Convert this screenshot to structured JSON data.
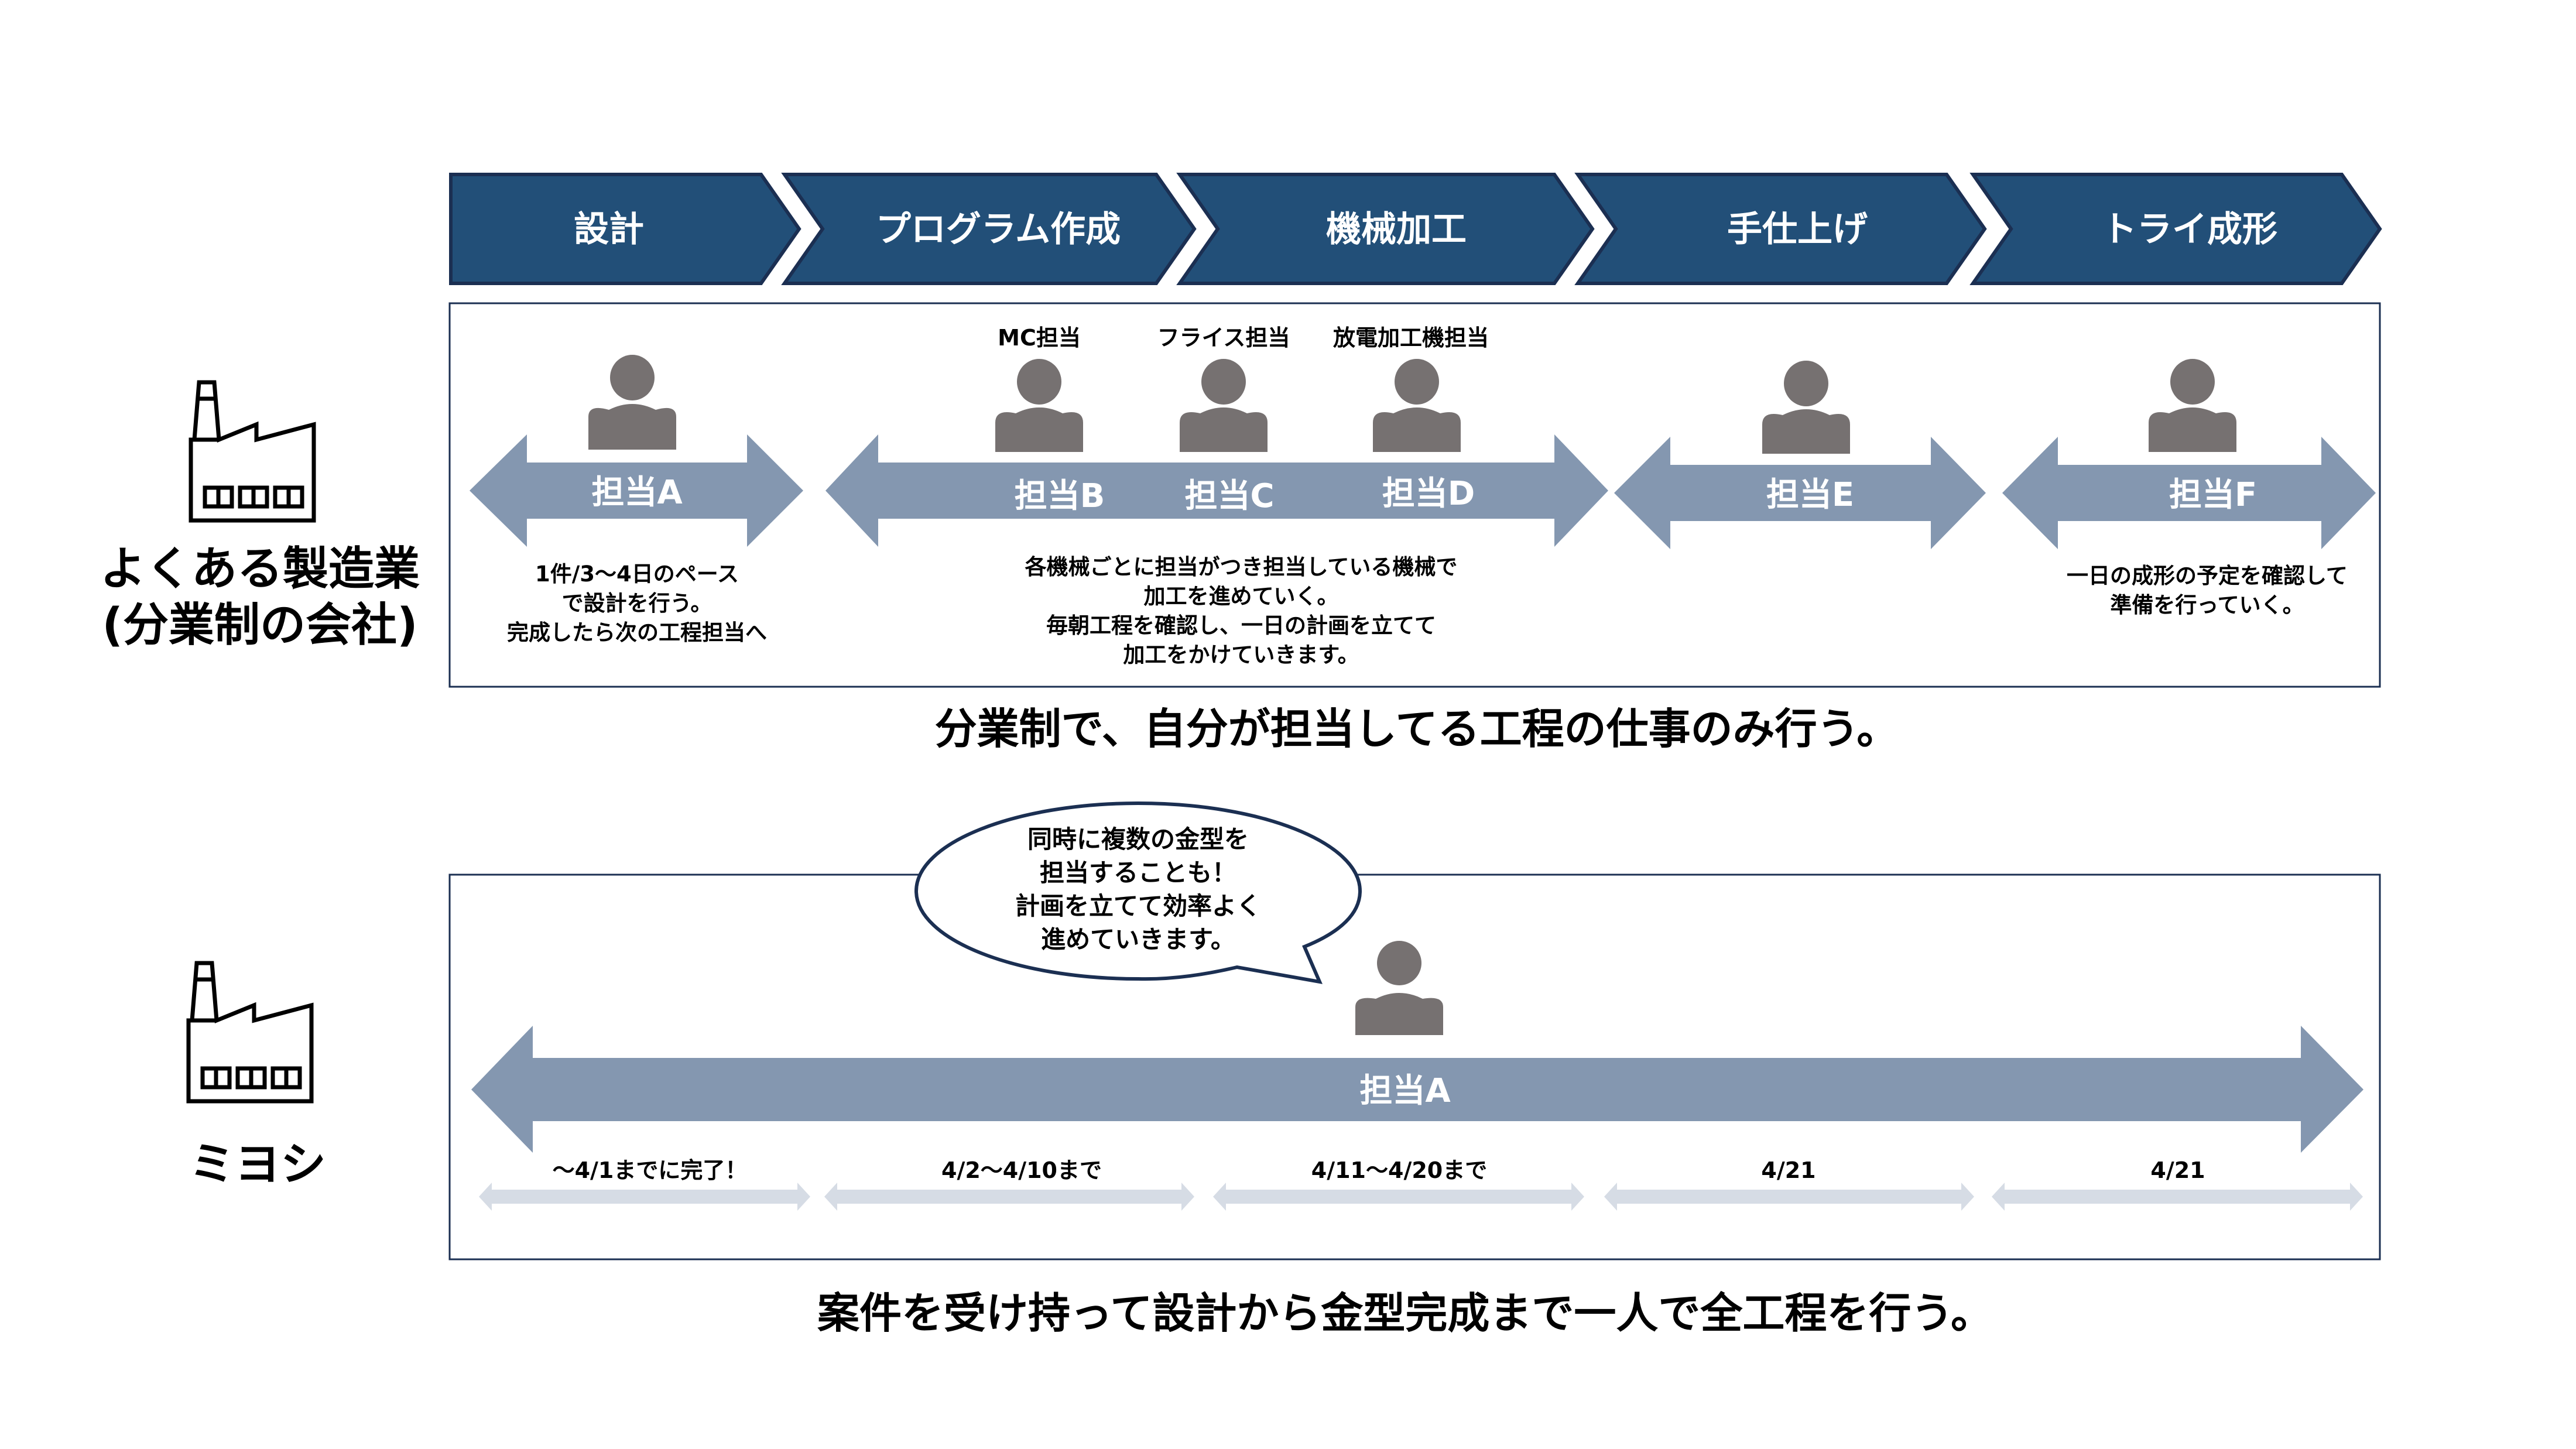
{
  "colors": {
    "chevron_fill": "#224f78",
    "chevron_stroke": "#1b2f52",
    "arrow_fill": "#8497b0",
    "period_arrow_fill": "#d6dce5",
    "person_fill": "#767171",
    "box_stroke": "#1b2f52",
    "text": "#000000"
  },
  "process_steps": [
    {
      "label": "設計"
    },
    {
      "label": "プログラム作成"
    },
    {
      "label": "機械加工"
    },
    {
      "label": "手仕上げ"
    },
    {
      "label": "トライ成形"
    }
  ],
  "typical_company": {
    "icon": "factory-icon",
    "name_line1": "よくある製造業",
    "name_line2": "(分業制の会社)",
    "roles": [
      {
        "arrow_label": "担当A",
        "role_title": "",
        "description": [
          "1件/3〜4日のペース",
          "で設計を行う。",
          "完成したら次の工程担当へ"
        ]
      },
      {
        "arrow_label": "担当B",
        "role_title": "MC担当"
      },
      {
        "arrow_label": "担当C",
        "role_title": "フライス担当"
      },
      {
        "arrow_label": "担当D",
        "role_title": "放電加工機担当"
      },
      {
        "arrow_label": "担当E",
        "role_title": ""
      },
      {
        "arrow_label": "担当F",
        "role_title": "",
        "description": [
          "一日の成形の予定を確認して",
          "準備を行っていく。"
        ]
      }
    ],
    "machining_description": [
      "各機械ごとに担当がつき担当している機械で",
      "加工を進めていく。",
      "毎朝工程を確認し、一日の計画を立てて",
      "加工をかけていきます。"
    ],
    "summary": "分業制で、自分が担当してる工程の仕事のみ行う。"
  },
  "miyoshi": {
    "icon": "factory-icon",
    "name": "ミヨシ",
    "speech_bubble": [
      "同時に複数の金型を",
      "担当することも！",
      "計画を立てて効率よく",
      "進めていきます。"
    ],
    "arrow_label": "担当A",
    "periods": [
      {
        "label": "〜4/1までに完了！"
      },
      {
        "label": "4/2〜4/10まで"
      },
      {
        "label": "4/11〜4/20まで"
      },
      {
        "label": "4/21"
      },
      {
        "label": "4/21"
      }
    ],
    "summary": "案件を受け持って設計から金型完成まで一人で全工程を行う。"
  }
}
